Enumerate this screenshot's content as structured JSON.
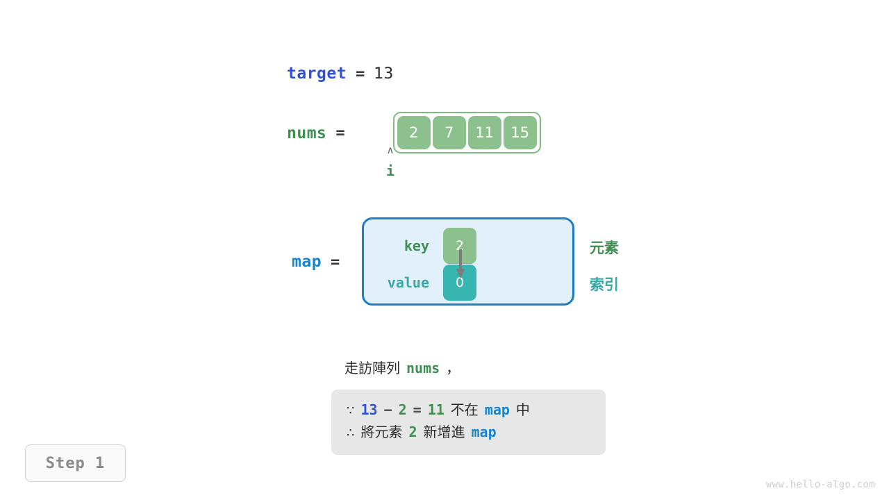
{
  "target": {
    "name": "target",
    "eq": "=",
    "value": "13"
  },
  "nums": {
    "name": "nums",
    "eq": "=",
    "cells": [
      "2",
      "7",
      "11",
      "15"
    ],
    "pointer": {
      "caret": "∧",
      "label": "i"
    }
  },
  "map": {
    "name": "map",
    "eq": "=",
    "key_label": "key",
    "value_label": "value",
    "key_cell": "2",
    "value_cell": "0",
    "legend_element": "元素",
    "legend_index": "索引"
  },
  "caption": {
    "text": "走訪陣列",
    "code": "nums",
    "comma": "，"
  },
  "note": {
    "line1": {
      "symbol": "∵",
      "a": "13",
      "minus": "−",
      "b": "2",
      "eq": "=",
      "c": "11",
      "text_mid": "不在",
      "code": "map",
      "text_end": "中"
    },
    "line2": {
      "symbol": "∴",
      "text_start": "將元素",
      "n": "2",
      "text_mid": "新增進",
      "code": "map"
    }
  },
  "step": {
    "label": "Step 1"
  },
  "watermark": {
    "text": "www.hello-algo.com"
  },
  "colors": {
    "blue_dark": "#2f52d8",
    "blue_map": "#1785d1",
    "green": "#3f8f53",
    "cell_green": "#8cc08c",
    "teal": "#36a9a4",
    "cell_teal": "#37b5b0",
    "map_fill": "#e2f0fb",
    "map_border": "#1f7fc4",
    "note_bg": "#e7e7e7"
  }
}
